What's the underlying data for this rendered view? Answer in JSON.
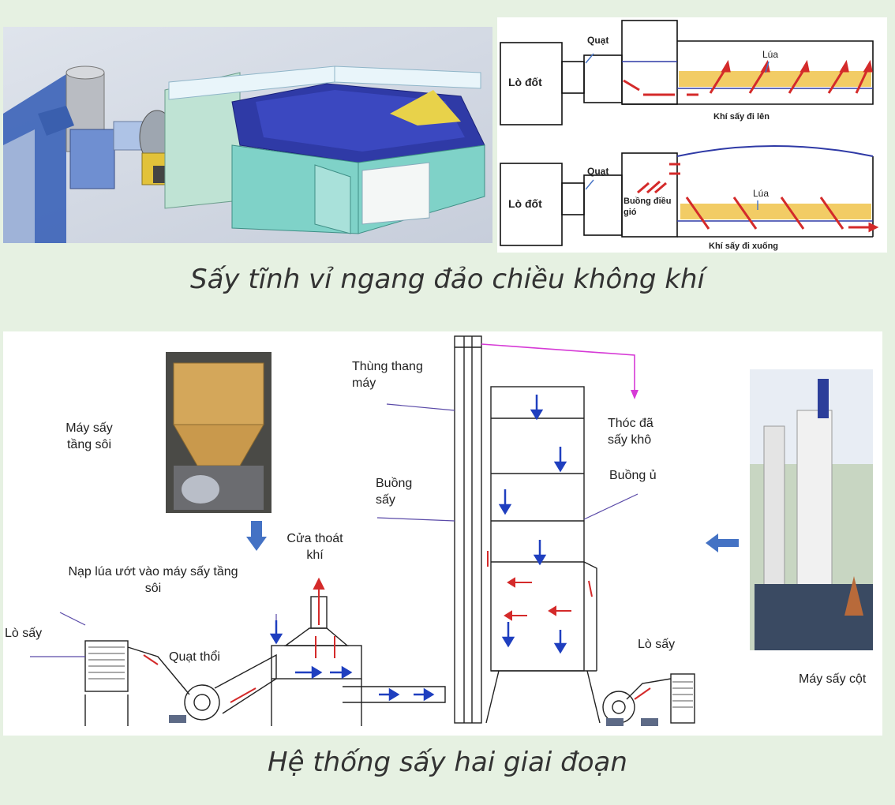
{
  "top": {
    "caption": "Sấy tĩnh vỉ ngang đảo chiều không khí",
    "diagram_up": {
      "furnace": "Lò đốt",
      "fan": "Quạt",
      "grain": "Lúa",
      "airflow": "Khí sấy đi lên"
    },
    "diagram_down": {
      "furnace": "Lò đốt",
      "fan": "Quạt",
      "chamber": "Buồng điều gió",
      "grain": "Lúa",
      "airflow": "Khí sấy đi xuống"
    }
  },
  "bottom": {
    "caption": "Hệ thống sấy hai giai đoạn",
    "labels": {
      "fluid_bed_dryer": "Máy sấy tầng sôi",
      "elevator": "Thùng thang máy",
      "dried_rice": "Thóc đã sấy khô",
      "drying_chamber": "Buồng sấy",
      "tempering_chamber": "Buồng ủ",
      "exhaust": "Cửa thoát khí",
      "feed": "Nạp lúa ướt vào máy sấy tầng sôi",
      "furnace_left": "Lò sấy",
      "blower": "Quạt thổi",
      "furnace_right": "Lò sấy",
      "column_dryer": "Máy sấy cột"
    }
  },
  "colors": {
    "background": "#e6f1e2",
    "arrow_blue": "#1f3fbf",
    "arrow_red": "#d42a2a",
    "dome_blue": "#2f3aa6",
    "panel_teal": "#7fd2c8",
    "grain_yellow": "#f0c34a",
    "magenta": "#d63ad6",
    "indicator_blue": "#4472c4"
  }
}
